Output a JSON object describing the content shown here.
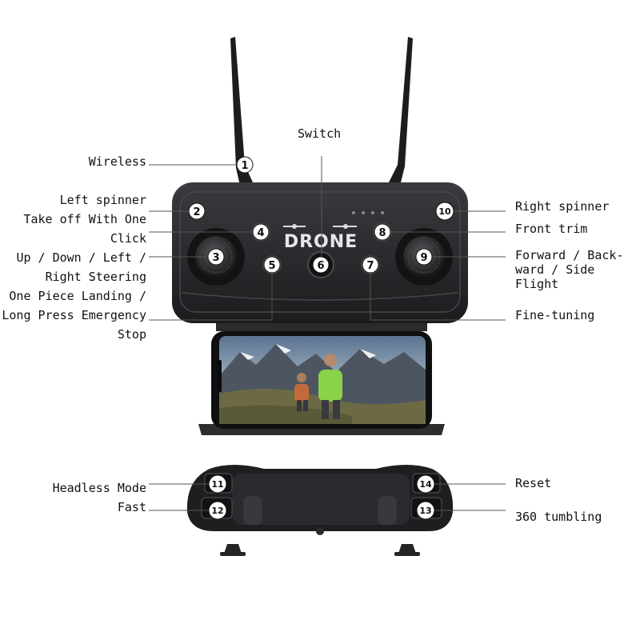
{
  "brand_text": "DRONE",
  "labels": {
    "switch": "Switch",
    "wireless": "Wireless",
    "left_spinner": "Left spinner",
    "takeoff": [
      "Take off With One",
      "Click"
    ],
    "steering": [
      "Up / Down / Left /",
      "Right Steering"
    ],
    "landing": [
      "One Piece Landing /",
      "Long Press Emergency",
      "Stop"
    ],
    "right_spinner": "Right spinner",
    "front_trim": "Front trim",
    "forward": [
      "Forward / Back-",
      "ward / Side",
      "Flight"
    ],
    "fine_tuning": "Fine-tuning",
    "headless": "Headless Mode",
    "fast": "Fast",
    "reset": "Reset",
    "tumbling": "360 tumbling"
  },
  "badges": {
    "b1": "1",
    "b2": "2",
    "b3": "3",
    "b4": "4",
    "b5": "5",
    "b6": "6",
    "b7": "7",
    "b8": "8",
    "b9": "9",
    "b10": "10",
    "b11": "11",
    "b12": "12",
    "b13": "13",
    "b14": "14"
  },
  "colors": {
    "body": "#2b2c2e",
    "body_dark": "#161718",
    "badge_fill": "#ffffff",
    "badge_text": "#111111",
    "leader": "#555555"
  }
}
